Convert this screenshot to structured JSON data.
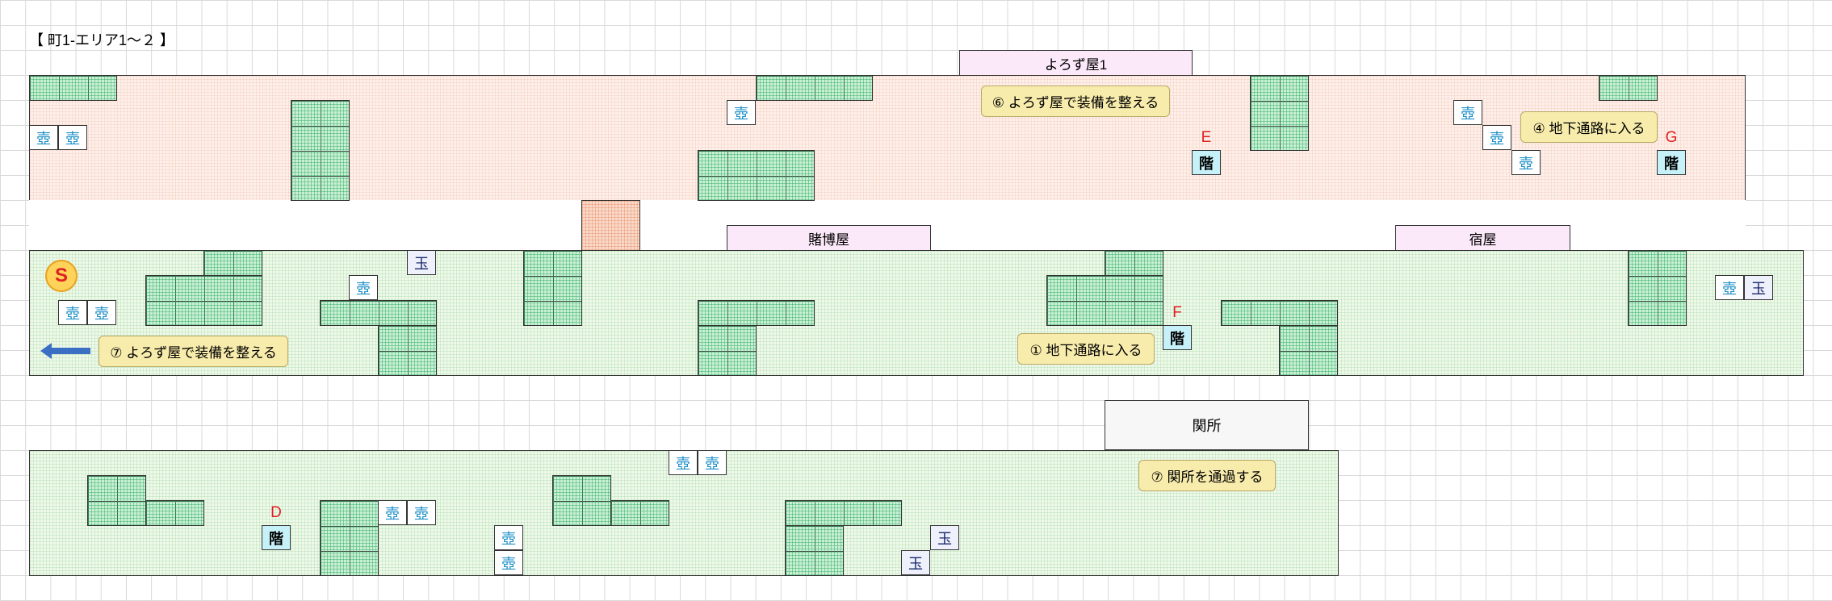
{
  "map_title": "【 町1-エリア1～２ 】",
  "shops": {
    "yorozuya": "よろず屋1",
    "tobakuya": "賭博屋",
    "yadoya": "宿屋",
    "sekisho": "関所"
  },
  "icons": {
    "pot": "壺",
    "orb": "玉",
    "stairs": "階"
  },
  "markers": {
    "E": "E",
    "F": "F",
    "G": "G",
    "D": "D",
    "start": "S"
  },
  "notes": {
    "n6": "⑥ よろず屋で装備を整える",
    "n4": "④ 地下通路に入る",
    "n1": "① 地下通路に入る",
    "n7a": "⑦ よろず屋で装備を整える",
    "n7b": "⑦ 関所を通過する"
  },
  "colors": {
    "tree": "#c9efd5",
    "pot_text": "#1e90c8",
    "marker": "#e02020",
    "arrow": "#3a6fc4"
  }
}
